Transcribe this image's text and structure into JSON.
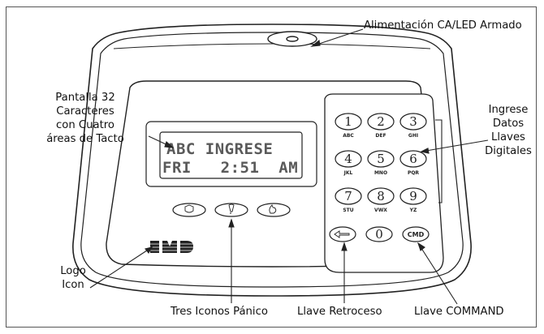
{
  "labels": {
    "power_led": "Alimentación CA/LED Armado",
    "display": [
      "Pantalla 32",
      "Caracteres",
      "con Cuatro",
      "áreas de Tacto"
    ],
    "data_keys": [
      "Ingrese",
      "Datos",
      "Llaves",
      "Digitales"
    ],
    "logo": [
      "Logo",
      "Icon"
    ],
    "panic_icons": "Tres Iconos Pánico",
    "backspace_key": "Llave Retroceso",
    "command_key": "Llave COMMAND"
  },
  "display": {
    "line1": "ABC INGRESE",
    "line2": "FRI   2:51  AM"
  },
  "keypad": [
    {
      "num": "1",
      "sub": "ABC"
    },
    {
      "num": "2",
      "sub": "DEF"
    },
    {
      "num": "3",
      "sub": "GHI"
    },
    {
      "num": "4",
      "sub": "JKL"
    },
    {
      "num": "5",
      "sub": "MNO"
    },
    {
      "num": "6",
      "sub": "PQR"
    },
    {
      "num": "7",
      "sub": "STU"
    },
    {
      "num": "8",
      "sub": "VWX"
    },
    {
      "num": "9",
      "sub": "YZ"
    }
  ],
  "bottom_keys": {
    "zero": "0",
    "cmd": "CMD"
  },
  "logo_text": "DMP",
  "panic_icon_names": [
    "police-icon",
    "emergency-icon",
    "fire-icon"
  ],
  "colors": {
    "outline": "#222222",
    "panel_fill": "#ffffff",
    "lcd_text": "#5a5a5a"
  }
}
